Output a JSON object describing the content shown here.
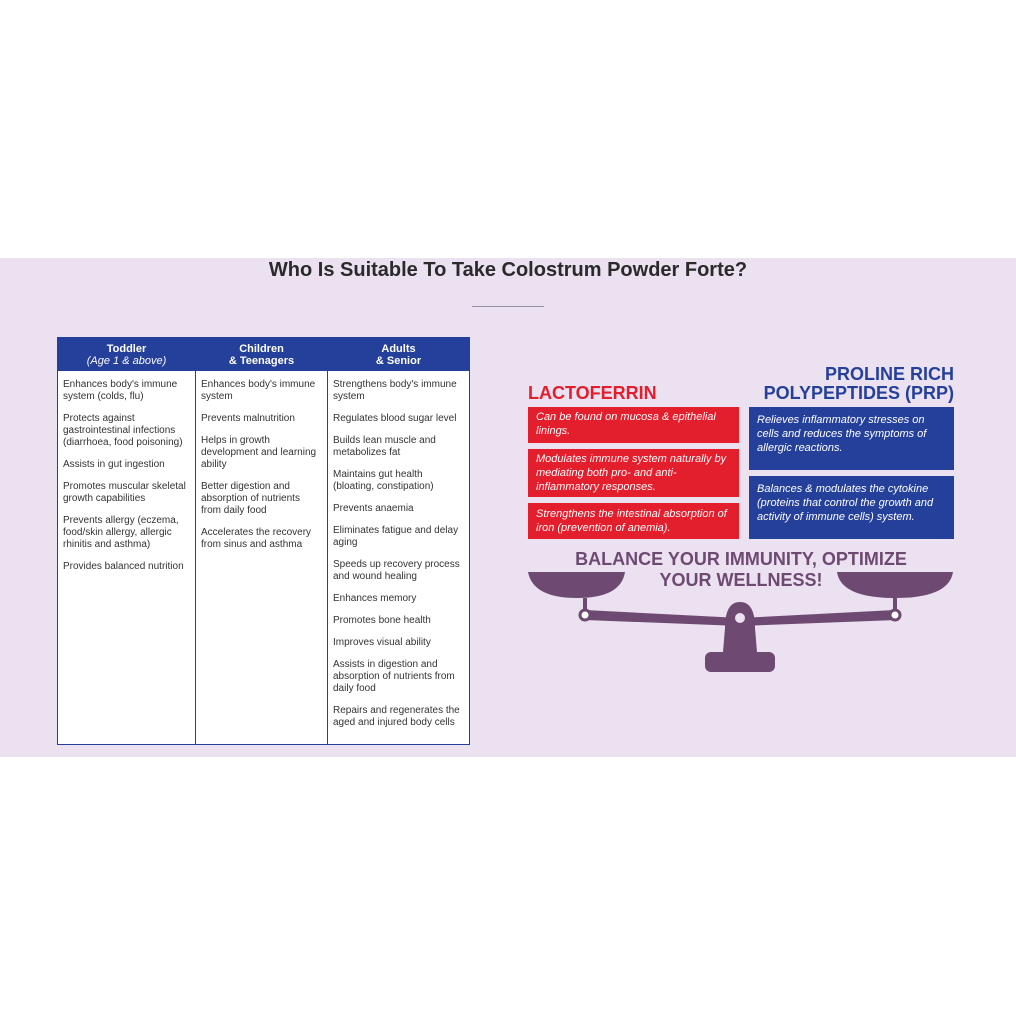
{
  "title": "Who Is Suitable To Take Colostrum Powder Forte?",
  "table": {
    "columns": [
      {
        "heading": "Toddler",
        "subheading": "(Age 1 & above)",
        "items": [
          "Enhances body's immune system (colds, flu)",
          "Protects against gastrointestinal infections (diarrhoea, food poisoning)",
          "Assists in gut ingestion",
          "Promotes muscular skeletal growth capabilities",
          "Prevents allergy (eczema, food/skin allergy, allergic rhinitis and asthma)",
          "Provides balanced nutrition"
        ]
      },
      {
        "heading": "Children",
        "subheading": "& Teenagers",
        "items": [
          "Enhances body's immune system",
          "Prevents malnutrition",
          "Helps in growth development and learning ability",
          "Better digestion and absorption of nutrients from daily food",
          "Accelerates the recovery from sinus and asthma"
        ]
      },
      {
        "heading": "Adults",
        "subheading": "& Senior",
        "items": [
          "Strengthens body's immune system",
          "Regulates blood sugar level",
          "Builds lean muscle and metabolizes fat",
          "Maintains gut health (bloating, constipation)",
          "Prevents anaemia",
          "Eliminates fatigue and delay aging",
          "Speeds up recovery process and wound healing",
          "Enhances memory",
          "Promotes bone health",
          "Improves visual ability",
          "Assists in digestion and absorption of nutrients from daily food",
          "Repairs and regenerates the aged and injured body cells"
        ]
      }
    ]
  },
  "infographic": {
    "lactoferrin": {
      "title": "LACTOFERRIN",
      "items": [
        "Can be found on mucosa & epithelial linings.",
        "Modulates immune system naturally by mediating both pro- and anti-inflammatory responses.",
        "Strengthens the intestinal absorption of iron (prevention of anemia)."
      ]
    },
    "prp": {
      "title_line1": "PROLINE RICH",
      "title_line2": "POLYPEPTIDES (PRP)",
      "items": [
        "Relieves inflammatory stresses on cells and reduces the symptoms of allergic reactions.",
        "Balances & modulates the cytokine (proteins that control the growth and activity of immune cells) system."
      ]
    },
    "banner_line1": "BALANCE YOUR IMMUNITY, OPTIMIZE",
    "banner_line2": "YOUR WELLNESS!",
    "colors": {
      "red": "#e31e2d",
      "blue": "#25409a",
      "purple": "#6e4a72"
    }
  }
}
